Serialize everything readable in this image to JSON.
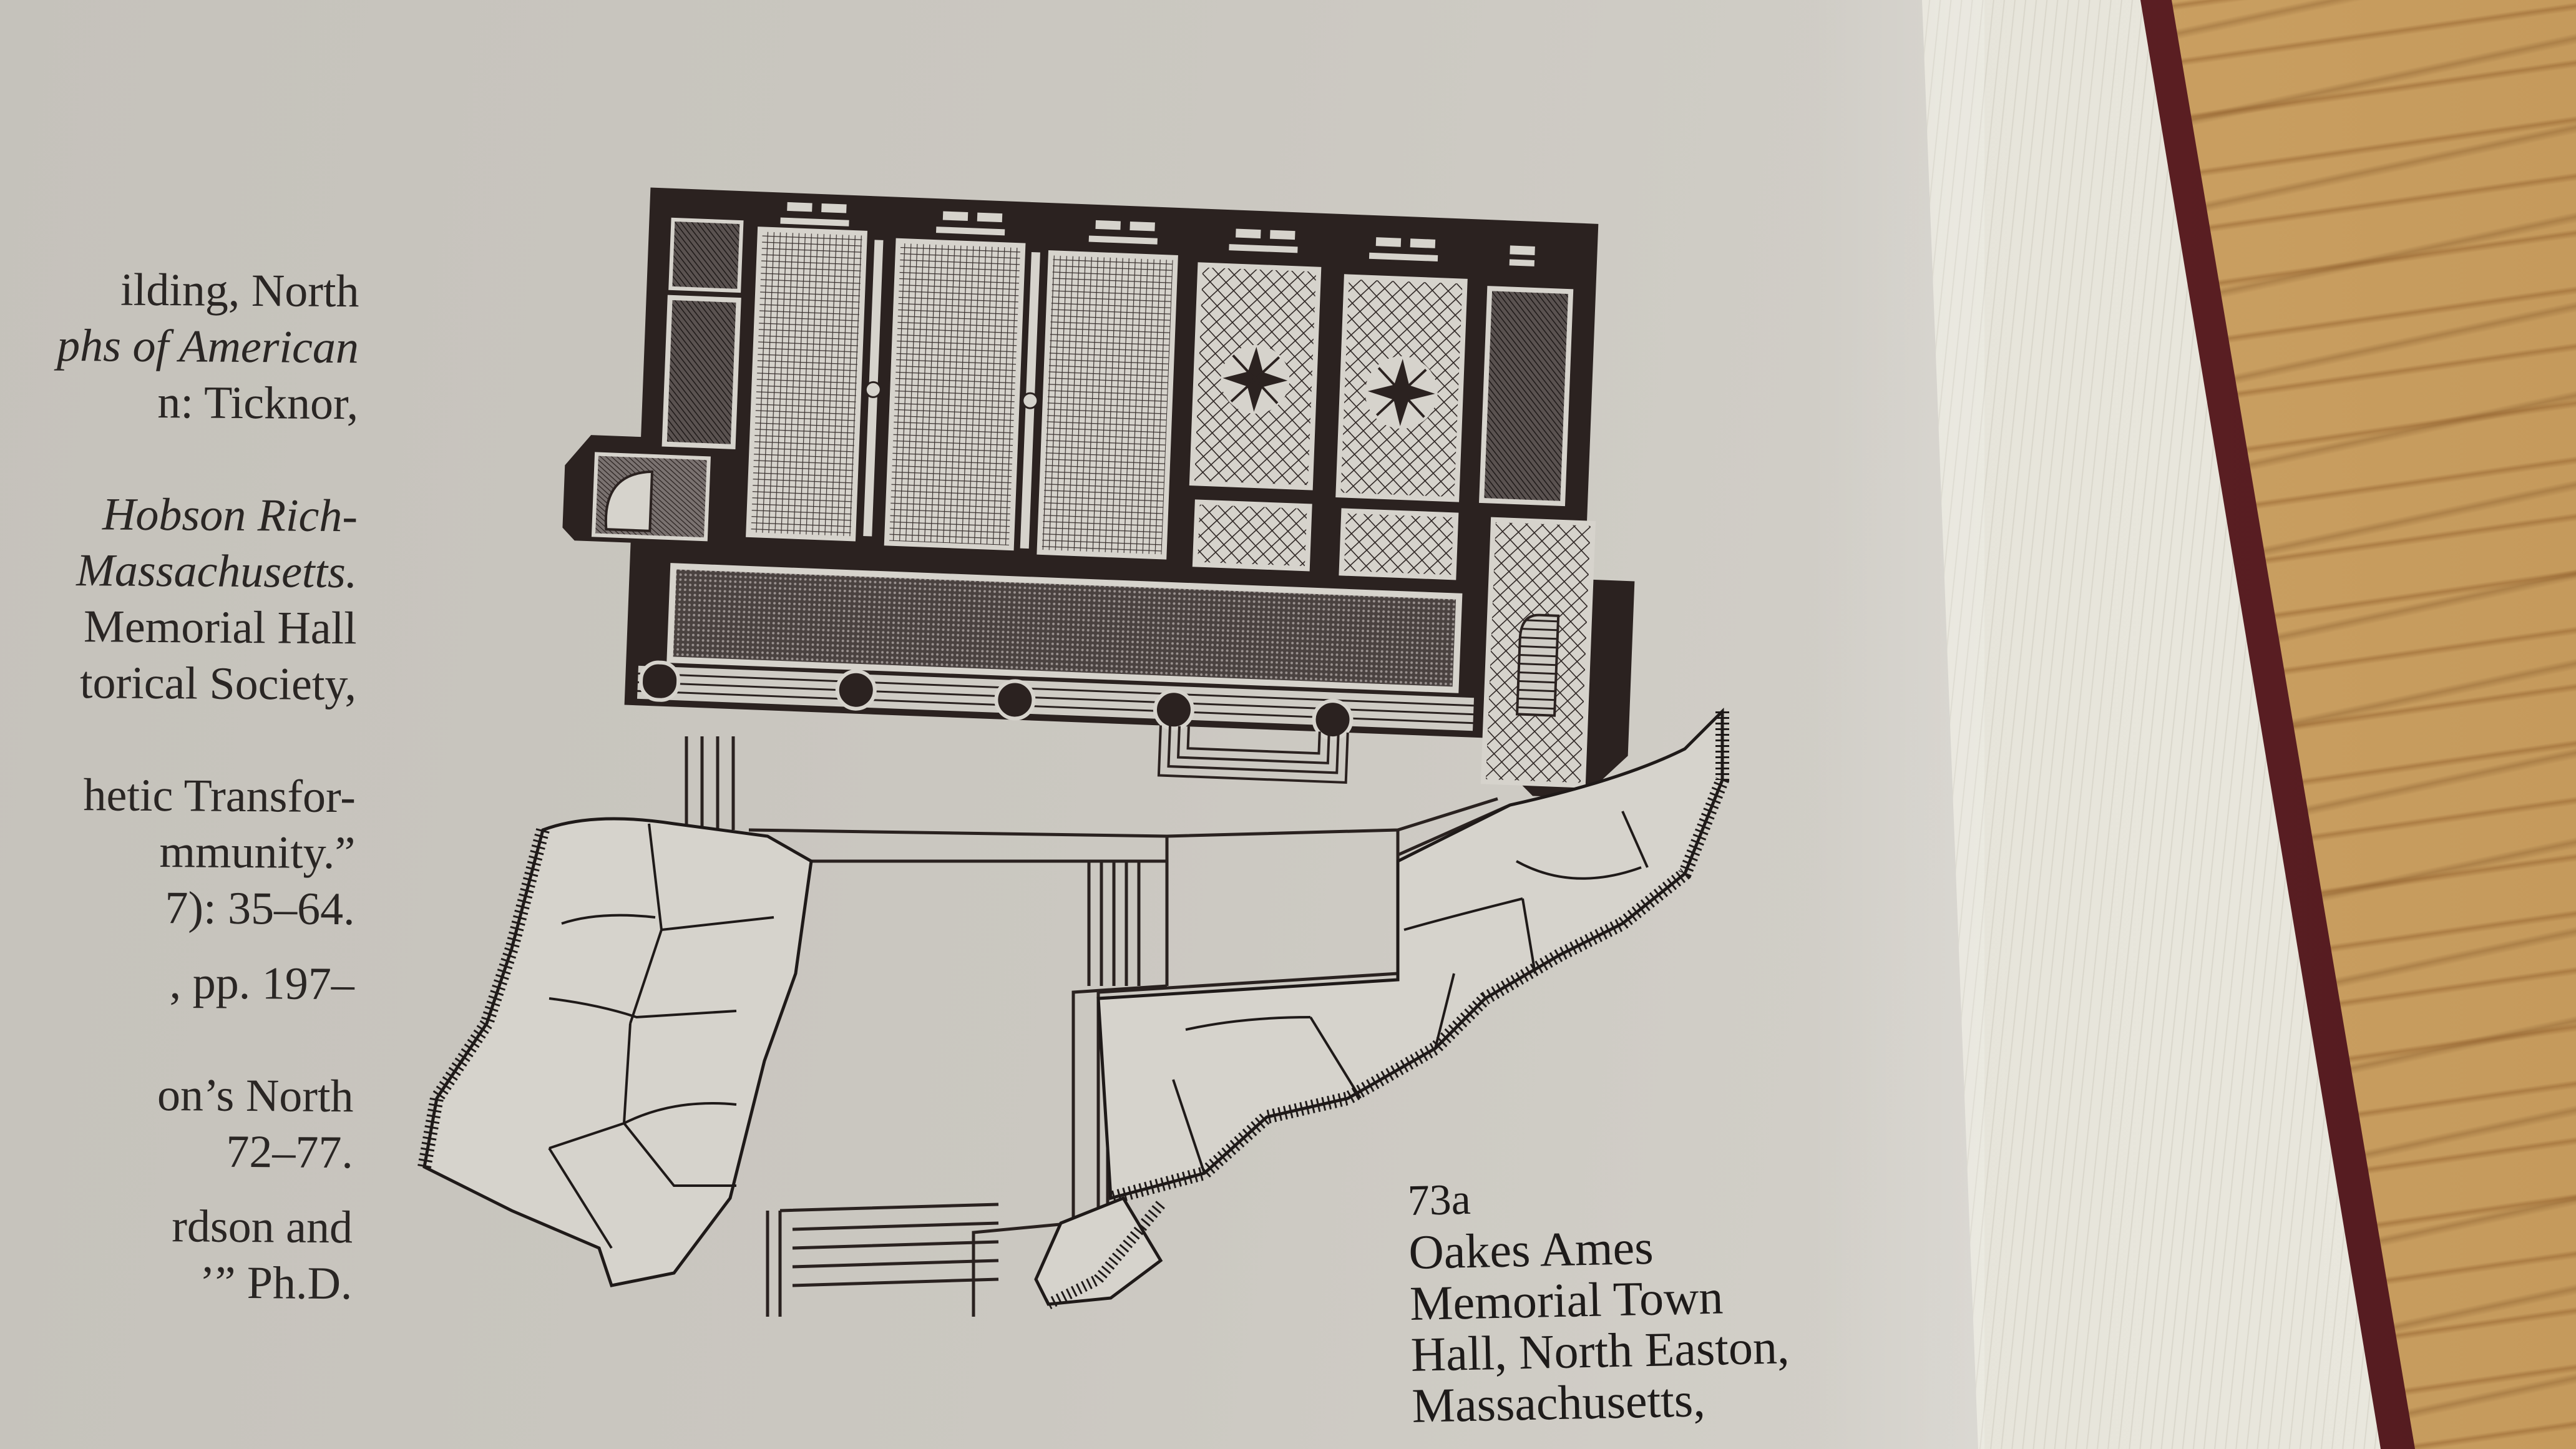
{
  "document": {
    "type": "book-page-photo",
    "left_column_lines": [
      {
        "text": "ilding, North",
        "style": "roman"
      },
      {
        "text": "phs of American",
        "style": "italic"
      },
      {
        "text": "n: Ticknor,",
        "style": "roman"
      },
      {
        "text": "",
        "style": "gap"
      },
      {
        "text": "Hobson Rich-",
        "style": "italic"
      },
      {
        "text": "Massachusetts.",
        "style": "italic"
      },
      {
        "text": "Memorial Hall",
        "style": "roman"
      },
      {
        "text": "torical Society,",
        "style": "roman"
      },
      {
        "text": "",
        "style": "gap"
      },
      {
        "text": "hetic Transfor-",
        "style": "roman"
      },
      {
        "text": "mmunity.”",
        "style": "roman"
      },
      {
        "text": "7): 35–64.",
        "style": "roman"
      },
      {
        "text": "",
        "style": "gap-s"
      },
      {
        "text": ", pp. 197–",
        "style": "roman"
      },
      {
        "text": "",
        "style": "gap"
      },
      {
        "text": "on’s North",
        "style": "roman"
      },
      {
        "text": "72–77.",
        "style": "roman"
      },
      {
        "text": "",
        "style": "gap-s"
      },
      {
        "text": "rdson and",
        "style": "roman"
      },
      {
        "text": "’” Ph.D.",
        "style": "roman"
      }
    ],
    "figure": {
      "number": "73a",
      "caption_lines": [
        "Oakes Ames",
        "Memorial Town",
        "Hall, North Easton,",
        "Massachusetts,"
      ],
      "drawing": "floor-plan-and-site-plan"
    }
  },
  "colors": {
    "paper": "#cbc8c1",
    "ink": "#2a2624",
    "plan_wall": "#2b2220",
    "book_cover": "#5e2024",
    "page_edges": "#e2e0d6",
    "wood_table": "#c9a062"
  }
}
